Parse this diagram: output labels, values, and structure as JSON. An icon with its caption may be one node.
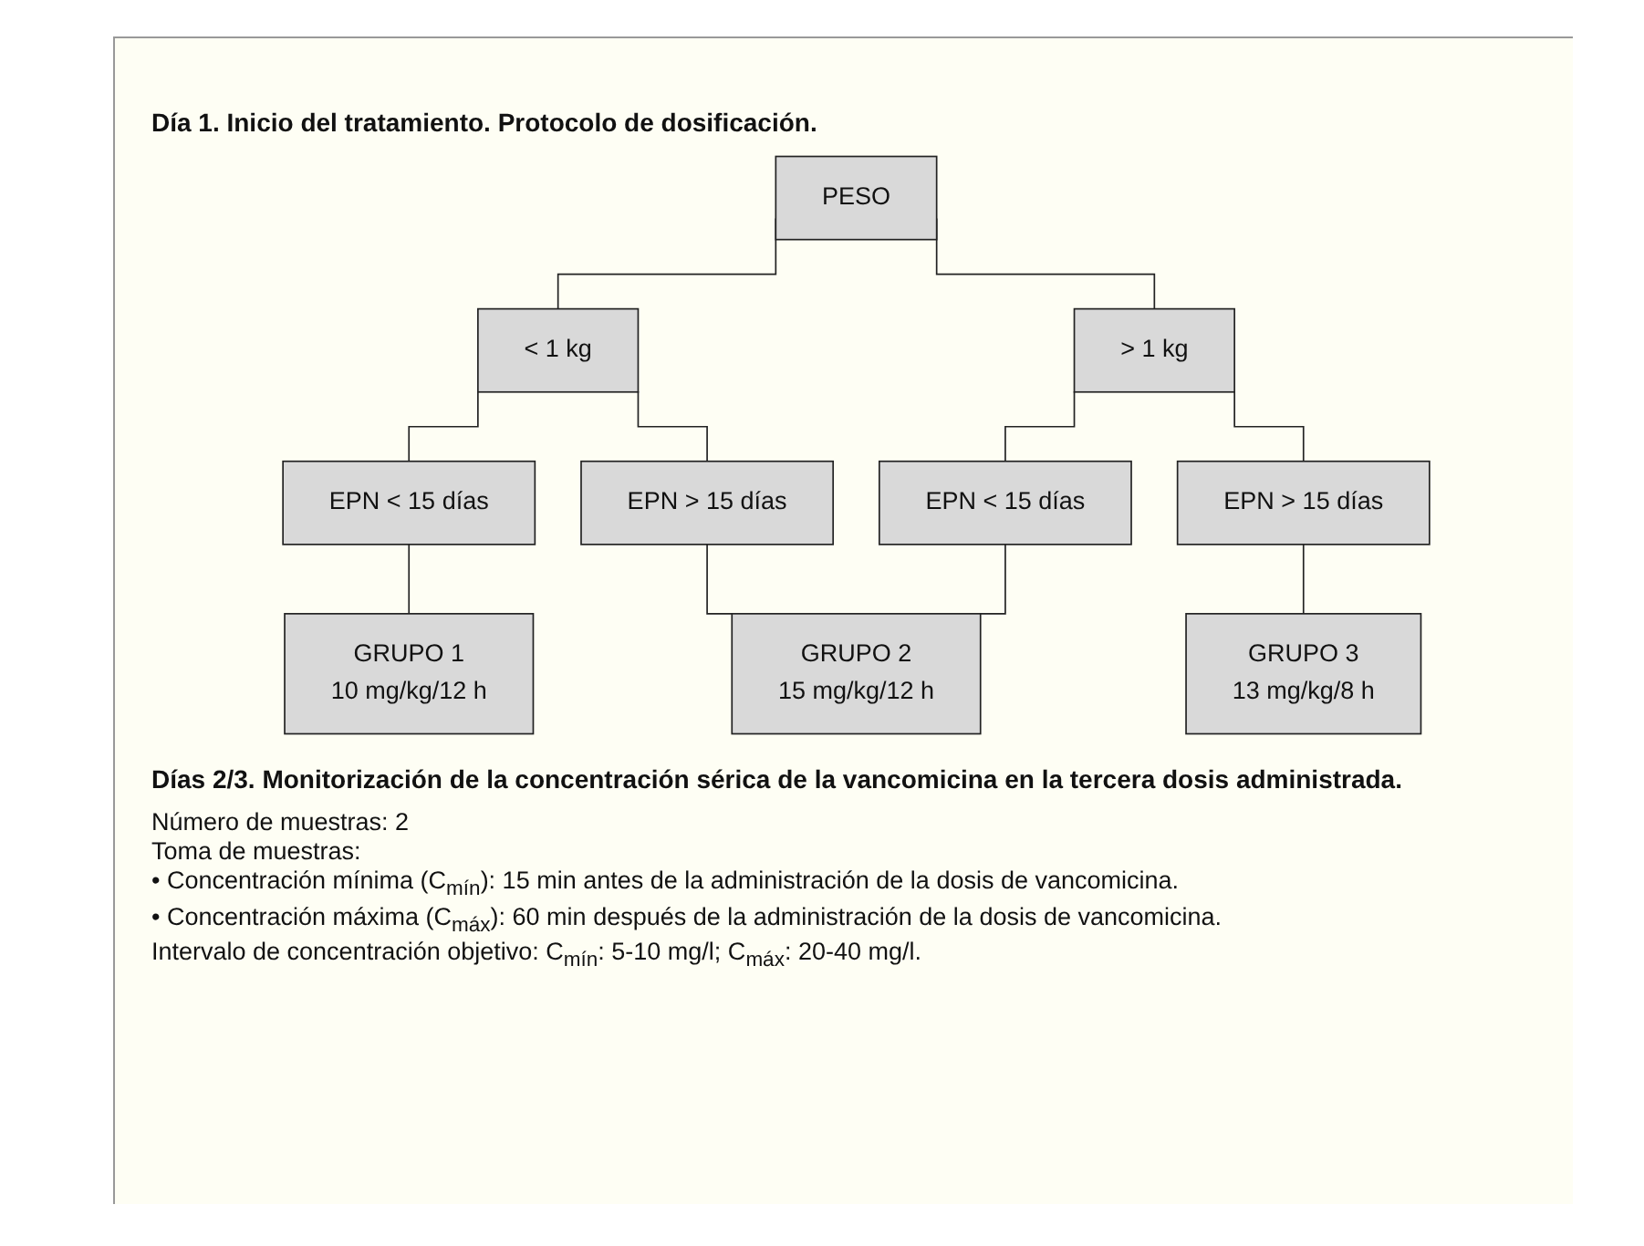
{
  "diagram": {
    "title": "Día 1. Inicio del tratamiento. Protocolo de dosificación.",
    "nodes": [
      {
        "text": [
          "PESO"
        ]
      },
      {
        "text": [
          "< 1 kg"
        ]
      },
      {
        "text": [
          "> 1 kg"
        ]
      },
      {
        "text": [
          "EPN < 15 días"
        ]
      },
      {
        "text": [
          "EPN > 15 días"
        ]
      },
      {
        "text": [
          "EPN < 15 días"
        ]
      },
      {
        "text": [
          "EPN > 15 días"
        ]
      },
      {
        "text": [
          "GRUPO 1",
          "10 mg/kg/12 h"
        ]
      },
      {
        "text": [
          "GRUPO 2",
          "15 mg/kg/12 h"
        ]
      },
      {
        "text": [
          "GRUPO 3",
          "13 mg/kg/8 h"
        ]
      }
    ],
    "edges": [
      {
        "from": 0,
        "to": 1,
        "arrow": "none"
      },
      {
        "from": 0,
        "to": 2,
        "arrow": "none"
      },
      {
        "from": 1,
        "to": 3,
        "arrow": "none"
      },
      {
        "from": 1,
        "to": 4,
        "arrow": "none"
      },
      {
        "from": 2,
        "to": 5,
        "arrow": "none"
      },
      {
        "from": 2,
        "to": 6,
        "arrow": "none"
      },
      {
        "from": 3,
        "to": 7,
        "arrow": "none"
      },
      {
        "from": 4,
        "to": 8,
        "arrow": "none"
      },
      {
        "from": 5,
        "to": 8,
        "arrow": "none"
      },
      {
        "from": 6,
        "to": 9,
        "arrow": "none"
      }
    ],
    "labels": [
      "Días 2/3. Monitorización de la concentración sérica de la vancomicina en la tercera dosis administrada.",
      "Número de muestras: 2",
      "Toma de muestras:",
      "• Concentración mínima (C$_{mín}$): 15 min antes de la administración de la dosis de vancomicina.",
      "• Concentración máxima (C$_{máx}$): 60 min después de la administración de la dosis de vancomicina.",
      "Intervalo de concentración objetivo: C$_{mín}$: 5-10 mg/l; C$_{máx}$: 20-40 mg/l."
    ]
  }
}
